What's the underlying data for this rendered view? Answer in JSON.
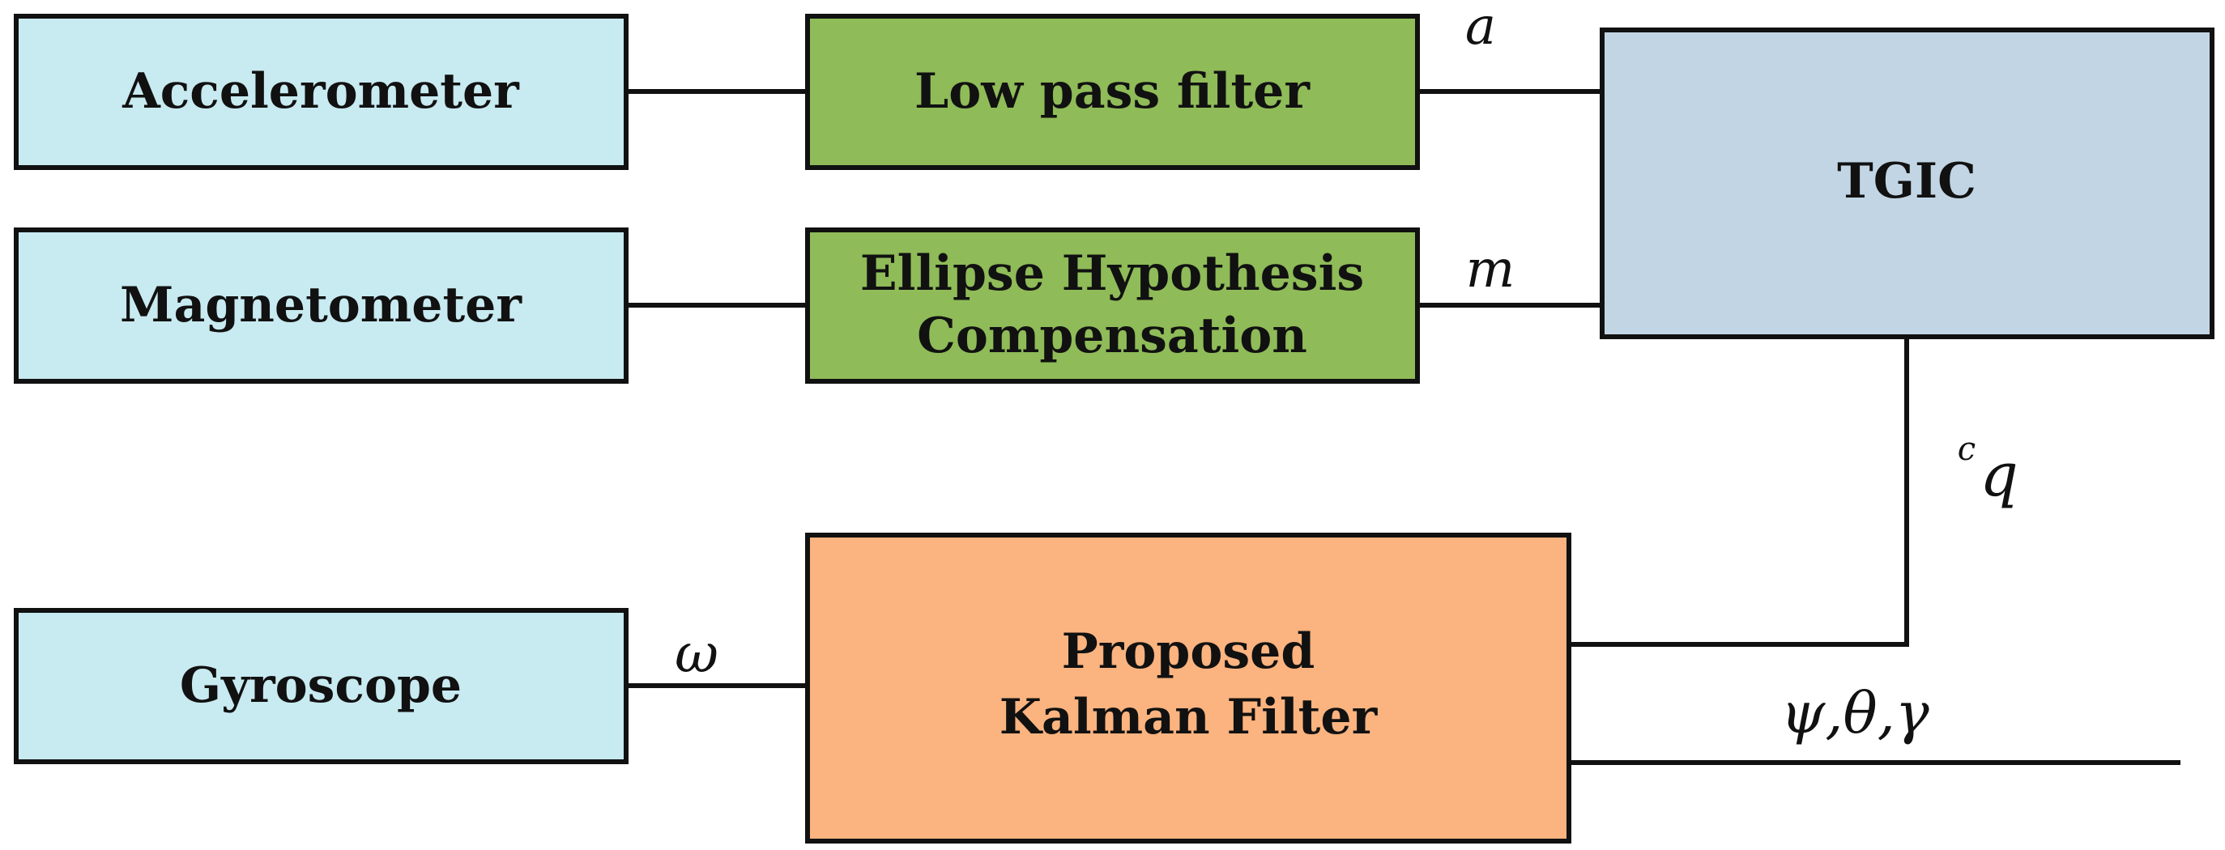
{
  "colors": {
    "sensor_fill": "#c8eaf1",
    "filter_fill": "#8fbb58",
    "tgic_fill": "#c2d5e4",
    "kalman_fill": "#fbb37f",
    "stroke": "#111111"
  },
  "blocks": {
    "accelerometer": "Accelerometer",
    "magnetometer": "Magnetometer",
    "gyroscope": "Gyroscope",
    "low_pass_filter": "Low pass filter",
    "ellipse_line1": "Ellipse Hypothesis",
    "ellipse_line2": "Compensation",
    "tgic": "TGIC",
    "kalman_line1": "Proposed",
    "kalman_line2": "Kalman Filter"
  },
  "signals": {
    "accel_out": "a",
    "mag_out": "m",
    "gyro_out": "ω",
    "quat_prefix": "c",
    "quat": "q",
    "angles": "ψ,θ,γ"
  }
}
